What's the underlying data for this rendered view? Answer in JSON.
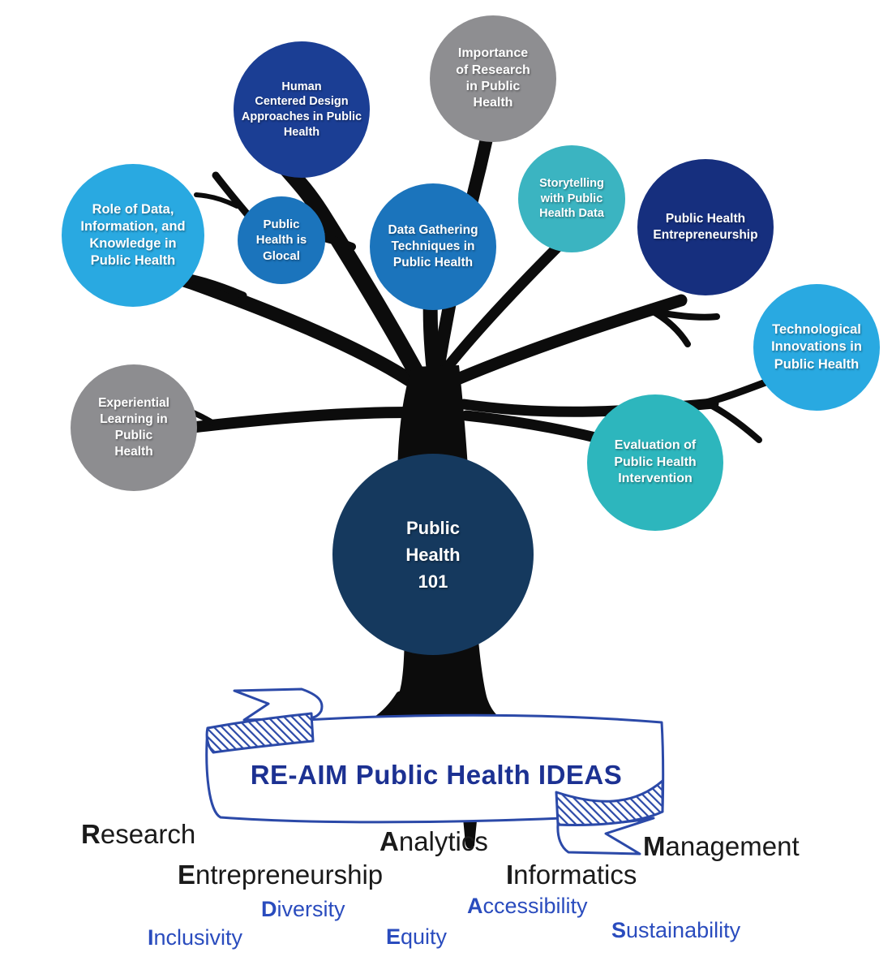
{
  "banner": {
    "title": "RE-AIM Public Health IDEAS"
  },
  "bubbles": [
    {
      "id": "human-centered-design",
      "lines": [
        "Human",
        "Centered Design",
        "Approaches in Public",
        "Health"
      ],
      "color": "#1b3e94"
    },
    {
      "id": "importance-of-research",
      "lines": [
        "Importance",
        "of Research",
        "in Public",
        "Health"
      ],
      "color": "#8e8e91"
    },
    {
      "id": "role-of-data",
      "lines": [
        "Role of Data,",
        "Information, and",
        "Knowledge in",
        "Public Health"
      ],
      "color": "#29a9e1"
    },
    {
      "id": "public-health-is-glocal",
      "lines": [
        "Public",
        "Health is",
        "Glocal"
      ],
      "color": "#1b74bc"
    },
    {
      "id": "data-gathering-techniques",
      "lines": [
        "Data Gathering",
        "Techniques in",
        "Public Health"
      ],
      "color": "#1b74bc"
    },
    {
      "id": "storytelling-with-data",
      "lines": [
        "Storytelling",
        "with Public",
        "Health Data"
      ],
      "color": "#3bb4c1"
    },
    {
      "id": "public-health-entrepreneurship",
      "lines": [
        "Public Health",
        "Entrepreneurship"
      ],
      "color": "#162f7e"
    },
    {
      "id": "technological-innovations",
      "lines": [
        "Technological",
        "Innovations in",
        "Public Health"
      ],
      "color": "#29a9e1"
    },
    {
      "id": "experiential-learning",
      "lines": [
        "Experiential",
        "Learning in",
        "Public",
        "Health"
      ],
      "color": "#8d8d90"
    },
    {
      "id": "evaluation-of-intervention",
      "lines": [
        "Evaluation of",
        "Public Health",
        "Intervention"
      ],
      "color": "#2db6bd"
    },
    {
      "id": "public-health-101",
      "lines": [
        "Public",
        "Health",
        "101"
      ],
      "color": "#15395e"
    }
  ],
  "words": [
    {
      "initial": "R",
      "rest": "esearch"
    },
    {
      "initial": "A",
      "rest": "nalytics"
    },
    {
      "initial": "M",
      "rest": "anagement"
    },
    {
      "initial": "E",
      "rest": "ntrepreneurship"
    },
    {
      "initial": "I",
      "rest": "nformatics"
    },
    {
      "initial": "D",
      "rest": "iversity"
    },
    {
      "initial": "A",
      "rest": "ccessibility"
    },
    {
      "initial": "I",
      "rest": "nclusivity"
    },
    {
      "initial": "E",
      "rest": "quity"
    },
    {
      "initial": "S",
      "rest": "ustainability"
    }
  ],
  "colors": {
    "tree_black": "#0c0c0c",
    "ribbon_blue": "#2b49a8",
    "banner_text": "#1c3192",
    "word_black": "#1a1a1a",
    "word_blue": "#2a4cbe",
    "bubble_text": "#ffffff"
  }
}
